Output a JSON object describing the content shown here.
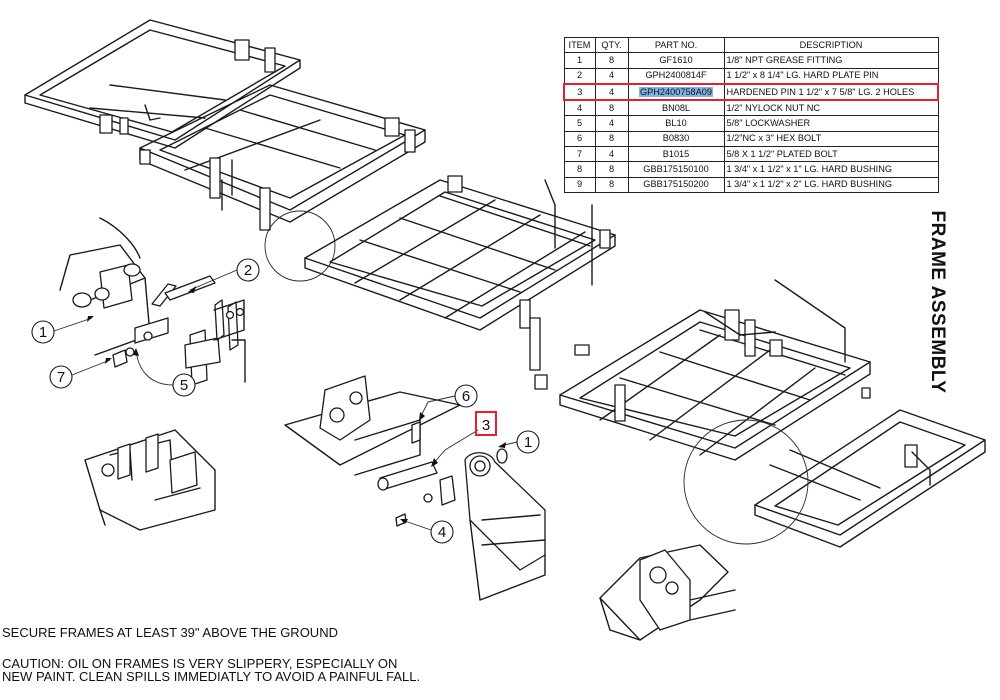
{
  "title": "FRAME ASSEMBLY",
  "parts_table": {
    "headers": [
      "ITEM",
      "QTY.",
      "PART NO.",
      "DESCRIPTION"
    ],
    "rows": [
      {
        "item": "1",
        "qty": "8",
        "part_no": "GF1610",
        "description": "1/8\" NPT GREASE FITTING"
      },
      {
        "item": "2",
        "qty": "4",
        "part_no": "GPH2400814F",
        "description": "1 1/2\" x 8 1/4\" LG. HARD PLATE PIN"
      },
      {
        "item": "3",
        "qty": "4",
        "part_no": "GPH2400758A09",
        "description": "HARDENED PIN 1 1/2\" x 7 5/8\" LG. 2 HOLES"
      },
      {
        "item": "4",
        "qty": "8",
        "part_no": "BN08L",
        "description": "1/2\" NYLOCK NUT NC"
      },
      {
        "item": "5",
        "qty": "4",
        "part_no": "BL10",
        "description": "5/8\" LOCKWASHER"
      },
      {
        "item": "6",
        "qty": "8",
        "part_no": "B0830",
        "description": "1/2\"NC x 3\" HEX BOLT"
      },
      {
        "item": "7",
        "qty": "4",
        "part_no": "B1015",
        "description": "5/8 X 1 1/2\" PLATED BOLT"
      },
      {
        "item": "8",
        "qty": "8",
        "part_no": "GBB175150100",
        "description": "1 3/4\" x 1 1/2\" x 1\" LG. HARD BUSHING"
      },
      {
        "item": "9",
        "qty": "8",
        "part_no": "GBB175150200",
        "description": "1 3/4\" x 1 1/2\" x 2\" LG. HARD BUSHING"
      }
    ],
    "highlighted_row": 3,
    "highlight_color": "#e8202a",
    "selection_color": "#7fb2e5"
  },
  "callouts": {
    "top_left_detail": [
      "2",
      "1",
      "7",
      "5"
    ],
    "lower_detail": [
      "6",
      "3",
      "1",
      "4"
    ]
  },
  "notes": {
    "note1": "SECURE FRAMES AT LEAST 39\" ABOVE THE GROUND",
    "note2_line1": "CAUTION: OIL ON FRAMES IS VERY SLIPPERY, ESPECIALLY ON",
    "note2_line2": "NEW PAINT.  CLEAN SPILLS IMMEDIATLY TO AVOID A PAINFUL FALL."
  }
}
